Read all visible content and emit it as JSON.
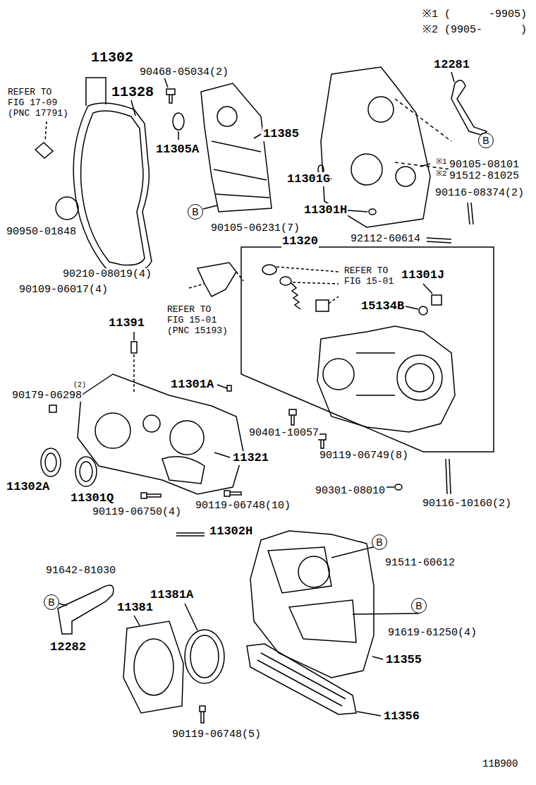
{
  "diagram": {
    "nodes": [
      {
        "text": [
          "B"
        ]
      },
      {
        "text": [
          "B"
        ]
      },
      {
        "text": [
          "B"
        ]
      },
      {
        "text": [
          "B"
        ]
      },
      {
        "text": [
          "B"
        ]
      }
    ],
    "labels": [
      "※1 (      -9905)",
      "※2 (9905-      )",
      "11302",
      "11328",
      "90468-05034(2)",
      "REFER TO FIG 17-09 (PNC 17791)",
      "11305A",
      "11385",
      "12281",
      "11301G",
      "※1",
      "90105-08101",
      "※2",
      "91512-81025",
      "90116-08374(2)",
      "11301H",
      "90950-01848",
      "90105-06231(7)",
      "11320",
      "92112-60614",
      "90210-08019(4)",
      "90109-06017(4)",
      "REFER TO FIG 15-01",
      "11301J",
      "15134B",
      "REFER TO FIG 15-01 (PNC 15193)",
      "11391",
      "(2)",
      "90179-06298",
      "11301A",
      "90401-10057",
      "11321",
      "90119-06749(8)",
      "11302A",
      "90301-08010",
      "11301Q",
      "90116-10160(2)",
      "90119-06748(10)",
      "90119-06750(4)",
      "11302H",
      "91511-60612",
      "91642-81030",
      "11381A",
      "11381",
      "91619-61250(4)",
      "12282",
      "11355",
      "11356",
      "90119-06748(5)",
      "11B900"
    ]
  }
}
